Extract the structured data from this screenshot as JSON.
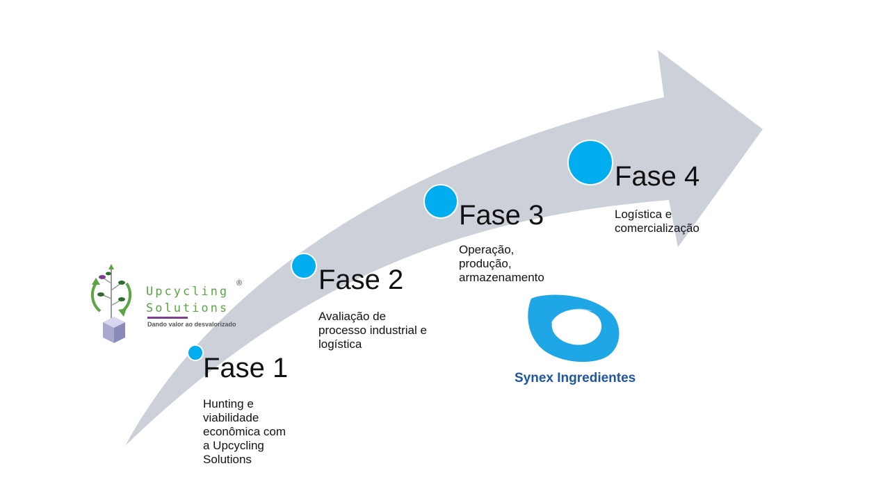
{
  "phases": [
    {
      "title": "Fase 1",
      "description": "Hunting e\nviabilidade\neconômica com\na Upcycling\nSolutions"
    },
    {
      "title": "Fase 2",
      "description": "Avaliação de\nprocesso industrial e\nlogística"
    },
    {
      "title": "Fase 3",
      "description": "Operação,\nprodução,\narmazenamento"
    },
    {
      "title": "Fase 4",
      "description": "Logística e\ncomercialização"
    }
  ],
  "logos": {
    "upcycling": {
      "line1": "Upcycling",
      "line2": "Solutions",
      "tagline": "Dando valor ao desvalorizado",
      "registered": "®"
    },
    "synex": {
      "name": "Synex Ingredientes"
    }
  },
  "colors": {
    "arrow": "#ccd1d9",
    "dot": "#00aeef",
    "upcycling_green": "#5aa544",
    "upcycling_purple": "#7b3f8c",
    "synex_blue": "#1e56a0"
  }
}
